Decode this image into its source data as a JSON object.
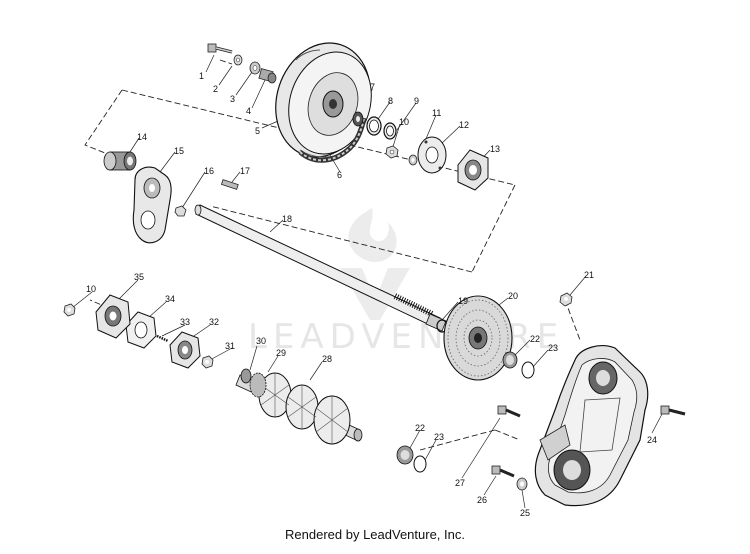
{
  "watermark": "LEADVENTURE",
  "footer": "Rendered by LeadVenture, Inc.",
  "part_labels": [
    "1",
    "2",
    "3",
    "4",
    "5",
    "6",
    "7",
    "8",
    "9",
    "10",
    "11",
    "12",
    "13",
    "14",
    "15",
    "16",
    "17",
    "18",
    "19",
    "20",
    "21",
    "22",
    "23",
    "24",
    "25",
    "26",
    "27",
    "28",
    "29",
    "30",
    "31",
    "32",
    "33",
    "34",
    "35",
    "10",
    "22",
    "23"
  ]
}
